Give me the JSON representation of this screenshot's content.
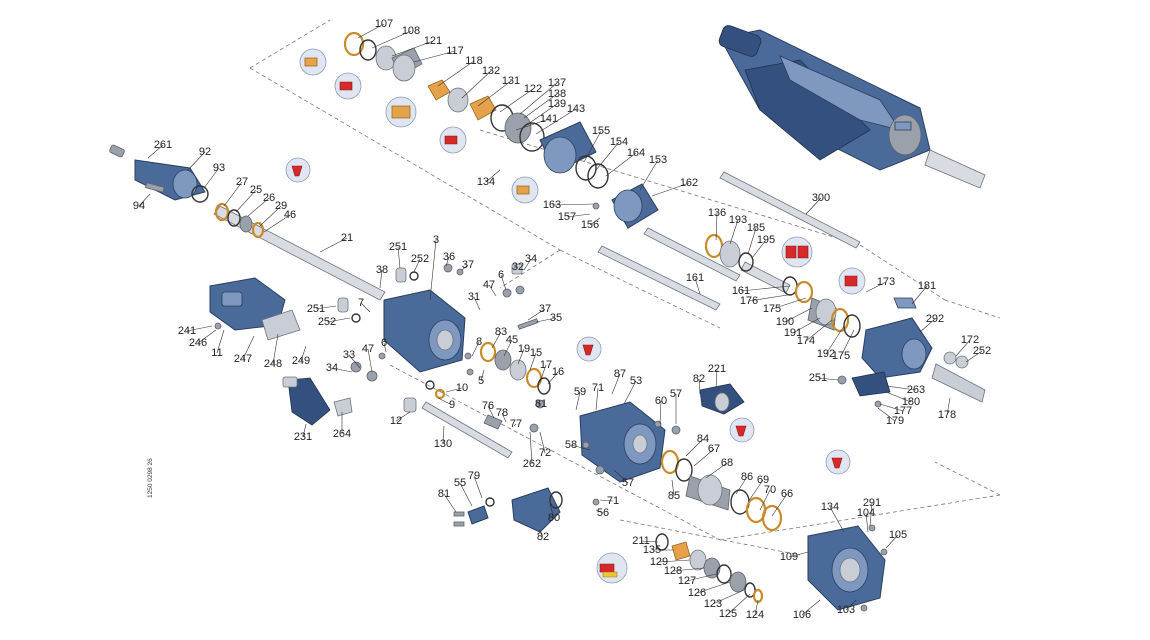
{
  "drawing_code": "1250 0298 26",
  "part_numbers": [
    "107",
    "108",
    "121",
    "117",
    "118",
    "132",
    "131",
    "122",
    "137",
    "138",
    "139",
    "141",
    "143",
    "155",
    "154",
    "164",
    "153",
    "162",
    "163",
    "157",
    "156",
    "134",
    "261",
    "92",
    "93",
    "94",
    "27",
    "25",
    "26",
    "29",
    "46",
    "21",
    "251",
    "252",
    "3",
    "36",
    "37",
    "32",
    "34",
    "38",
    "6",
    "47",
    "31",
    "7",
    "37",
    "35",
    "251",
    "252",
    "241",
    "246",
    "11",
    "247",
    "248",
    "249",
    "33",
    "47",
    "34",
    "6",
    "8",
    "83",
    "45",
    "19",
    "15",
    "17",
    "16",
    "5",
    "10",
    "9",
    "12",
    "130",
    "231",
    "264",
    "76",
    "78",
    "77",
    "81",
    "72",
    "262",
    "59",
    "71",
    "53",
    "87",
    "57",
    "60",
    "82",
    "221",
    "58",
    "57",
    "84",
    "67",
    "68",
    "86",
    "69",
    "70",
    "66",
    "85",
    "71",
    "56",
    "55",
    "79",
    "81",
    "80",
    "82",
    "211",
    "135",
    "129",
    "128",
    "127",
    "126",
    "123",
    "125",
    "124",
    "109",
    "134",
    "291",
    "104",
    "105",
    "106",
    "103",
    "136",
    "193",
    "185",
    "195",
    "300",
    "161",
    "161",
    "176",
    "175",
    "190",
    "191",
    "174",
    "192",
    "175",
    "173",
    "181",
    "292",
    "172",
    "252",
    "251",
    "263",
    "180",
    "177",
    "179",
    "178",
    "300"
  ],
  "icons": [
    "seal-icon",
    "bushing-icon",
    "lubricate-icon"
  ]
}
